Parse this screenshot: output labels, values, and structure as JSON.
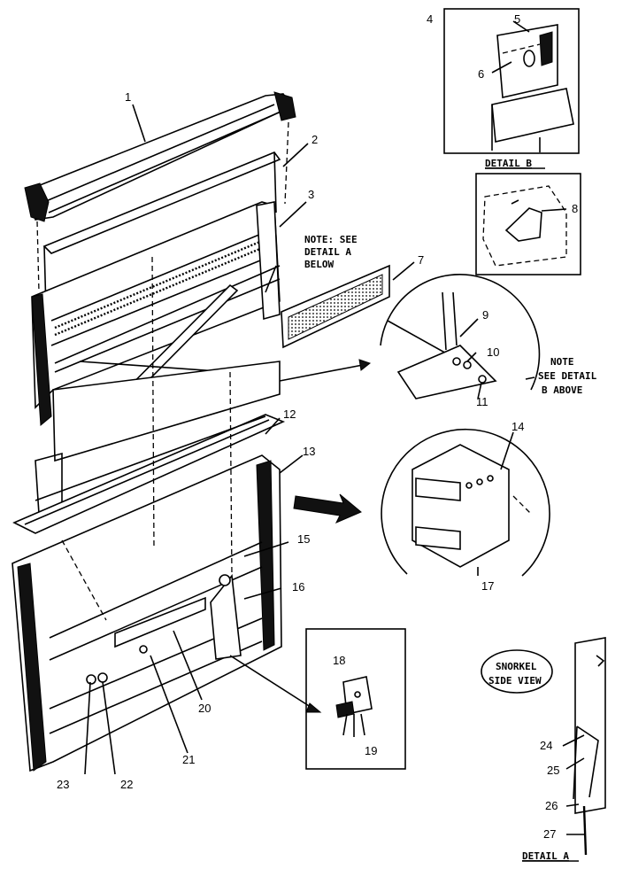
{
  "parts": [
    {
      "num": "1"
    },
    {
      "num": "2"
    },
    {
      "num": "3"
    },
    {
      "num": "4"
    },
    {
      "num": "5"
    },
    {
      "num": "6"
    },
    {
      "num": "7"
    },
    {
      "num": "8"
    },
    {
      "num": "9"
    },
    {
      "num": "10"
    },
    {
      "num": "11"
    },
    {
      "num": "12"
    },
    {
      "num": "13"
    },
    {
      "num": "14"
    },
    {
      "num": "15"
    },
    {
      "num": "16"
    },
    {
      "num": "17"
    },
    {
      "num": "18"
    },
    {
      "num": "19"
    },
    {
      "num": "20"
    },
    {
      "num": "21"
    },
    {
      "num": "22"
    },
    {
      "num": "23"
    },
    {
      "num": "24"
    },
    {
      "num": "25"
    },
    {
      "num": "26"
    },
    {
      "num": "27"
    }
  ],
  "notes": {
    "detail_a": [
      "NOTE: SEE",
      "DETAIL A",
      "BELOW"
    ],
    "detail_b": [
      "NOTE",
      "SEE DETAIL",
      "B ABOVE"
    ],
    "snorkel": [
      "SNORKEL",
      "SIDE VIEW"
    ]
  },
  "captions": {
    "detail_a": "DETAIL A",
    "detail_b": "DETAIL B"
  }
}
